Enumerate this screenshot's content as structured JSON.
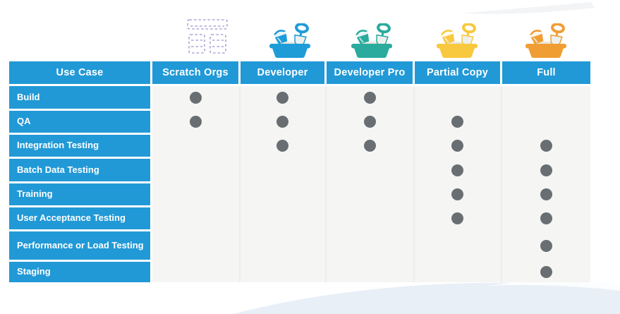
{
  "table": {
    "use_case_header": "Use Case",
    "columns": [
      {
        "label": "Scratch Orgs",
        "icon": "scratch-org-dashed-icon",
        "color": "#b0a4d8"
      },
      {
        "label": "Developer",
        "icon": "developer-sandbox-icon",
        "color": "#1e9cd8"
      },
      {
        "label": "Developer Pro",
        "icon": "developer-pro-sandbox-icon",
        "color": "#2aab9d"
      },
      {
        "label": "Partial Copy",
        "icon": "partial-copy-sandbox-icon",
        "color": "#f8c93e"
      },
      {
        "label": "Full",
        "icon": "full-sandbox-icon",
        "color": "#f09e33"
      }
    ],
    "rows": [
      {
        "label": "Build",
        "support": [
          1,
          1,
          1,
          0,
          0
        ]
      },
      {
        "label": "QA",
        "support": [
          1,
          1,
          1,
          1,
          0
        ]
      },
      {
        "label": "Integration Testing",
        "support": [
          0,
          1,
          1,
          1,
          1
        ]
      },
      {
        "label": "Batch Data Testing",
        "support": [
          0,
          0,
          0,
          1,
          1
        ]
      },
      {
        "label": "Training",
        "support": [
          0,
          0,
          0,
          1,
          1
        ]
      },
      {
        "label": "User Acceptance Testing",
        "support": [
          0,
          0,
          0,
          1,
          1
        ]
      },
      {
        "label": "Performance or Load Testing",
        "support": [
          0,
          0,
          0,
          0,
          1
        ]
      },
      {
        "label": "Staging",
        "support": [
          0,
          0,
          0,
          0,
          1
        ]
      }
    ]
  },
  "colors": {
    "header_blue": "#2199d6",
    "body_bg": "#f5f5f3",
    "dot_gray": "#696e73",
    "scratch_dash_purple": "#b0a4d8",
    "wave_blue": "#e8eff7",
    "wedge_gray": "#f2f4f6"
  }
}
